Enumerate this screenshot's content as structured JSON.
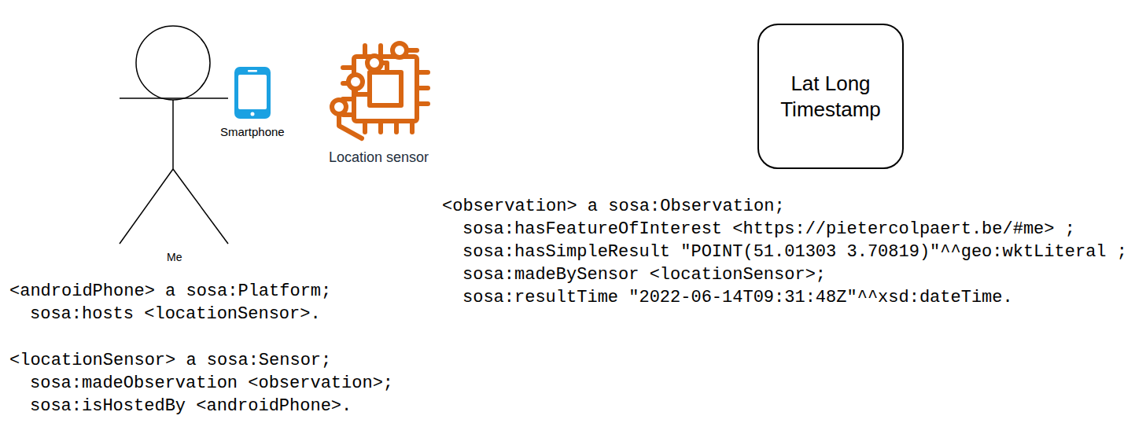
{
  "diagram": {
    "nodes": [
      {
        "text": [
          "Lat Long Timestamp"
        ]
      }
    ],
    "labels": [
      "Smartphone",
      "Location sensor",
      "Me",
      "<observation> a sosa:Observation;",
      "sosa:hasFeatureOfInterest <https://pietercolpaert.be/#me> ;",
      "sosa:hasSimpleResult \"POINT(51.01303 3.70819)\"^^geo:wktLiteral ;",
      "sosa:madeBySensor <locationSensor>;",
      "sosa:resultTime \"2022-06-14T09:31:48Z\"^^xsd:dateTime.",
      "<androidPhone> a sosa:Platform;",
      "sosa:hosts <locationSensor>.",
      "<locationSensor> a sosa:Sensor;",
      "sosa:madeObservation <observation>;",
      "sosa:isHostedBy <androidPhone>."
    ]
  }
}
